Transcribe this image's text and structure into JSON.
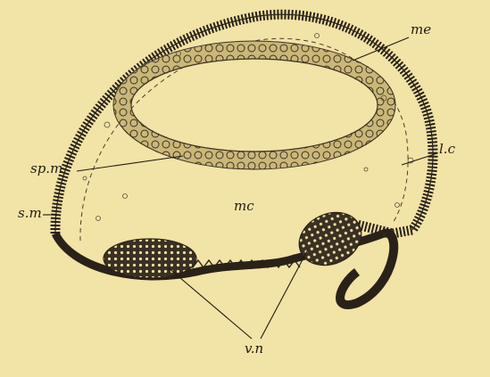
{
  "labels": {
    "me": "me",
    "spm": "sp.m",
    "lc": "l.c",
    "sm": "s.m",
    "mc": "mc",
    "vn": "v.n"
  },
  "colors": {
    "background": "#f2e3a6",
    "ink": "#1f1a12"
  }
}
